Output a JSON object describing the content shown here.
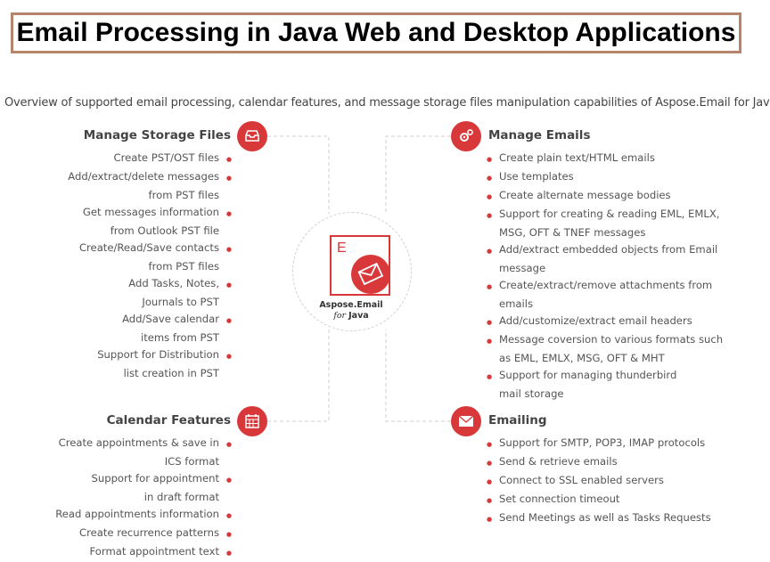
{
  "title": "Email Processing in Java Web and Desktop Applications",
  "overview": "Overview of supported email processing, calendar features, and message storage files manipulation capabilities of Aspose.Email for Java.",
  "logo": {
    "letter": "E",
    "name": "Aspose.Email",
    "for_word": "for",
    "platform": "Java"
  },
  "colors": {
    "accent": "#d9383a",
    "title_border": "#b5846a",
    "text": "#555555"
  },
  "sections": {
    "storage": {
      "title": "Manage Storage Files",
      "icon": "inbox-tray-icon",
      "lines": [
        {
          "text": "Create PST/OST files",
          "bullet": true
        },
        {
          "text": "Add/extract/delete messages",
          "bullet": true
        },
        {
          "text": "from PST files",
          "bullet": false
        },
        {
          "text": "Get messages information",
          "bullet": true
        },
        {
          "text": "from Outlook PST file",
          "bullet": false
        },
        {
          "text": "Create/Read/Save contacts",
          "bullet": true
        },
        {
          "text": "from PST files",
          "bullet": false
        },
        {
          "text": "Add Tasks, Notes,",
          "bullet": true
        },
        {
          "text": "Journals to PST",
          "bullet": false
        },
        {
          "text": "Add/Save calendar",
          "bullet": true
        },
        {
          "text": "items from PST",
          "bullet": false
        },
        {
          "text": "Support for Distribution",
          "bullet": true
        },
        {
          "text": "list creation in PST",
          "bullet": false
        }
      ]
    },
    "manage_emails": {
      "title": "Manage Emails",
      "icon": "gears-icon",
      "lines": [
        {
          "text": "Create plain text/HTML emails",
          "bullet": true
        },
        {
          "text": "Use templates",
          "bullet": true
        },
        {
          "text": "Create alternate message bodies",
          "bullet": true
        },
        {
          "text": "Support for creating & reading EML, EMLX,",
          "bullet": true
        },
        {
          "text": "MSG, OFT & TNEF messages",
          "bullet": false
        },
        {
          "text": "Add/extract embedded objects from Email",
          "bullet": true
        },
        {
          "text": "message",
          "bullet": false
        },
        {
          "text": "Create/extract/remove attachments from",
          "bullet": true
        },
        {
          "text": "emails",
          "bullet": false
        },
        {
          "text": "Add/customize/extract email headers",
          "bullet": true
        },
        {
          "text": "Message coversion to various formats such",
          "bullet": true
        },
        {
          "text": "as EML, EMLX, MSG, OFT & MHT",
          "bullet": false
        },
        {
          "text": "Support for managing thunderbird",
          "bullet": true
        },
        {
          "text": "mail storage",
          "bullet": false
        }
      ]
    },
    "calendar": {
      "title": "Calendar Features",
      "icon": "calendar-icon",
      "lines": [
        {
          "text": "Create appointments & save in",
          "bullet": true
        },
        {
          "text": "ICS format",
          "bullet": false
        },
        {
          "text": "Support for appointment",
          "bullet": true
        },
        {
          "text": "in draft format",
          "bullet": false
        },
        {
          "text": "Read appointments information",
          "bullet": true
        },
        {
          "text": "Create recurrence patterns",
          "bullet": true
        },
        {
          "text": "Format appointment text",
          "bullet": true
        }
      ]
    },
    "emailing": {
      "title": "Emailing",
      "icon": "envelope-icon",
      "lines": [
        {
          "text": "Support for SMTP, POP3, IMAP protocols",
          "bullet": true
        },
        {
          "text": "Send & retrieve emails",
          "bullet": true
        },
        {
          "text": "Connect to SSL enabled servers",
          "bullet": true
        },
        {
          "text": "Set connection timeout",
          "bullet": true
        },
        {
          "text": "Send Meetings as well as Tasks Requests",
          "bullet": true
        }
      ]
    }
  }
}
